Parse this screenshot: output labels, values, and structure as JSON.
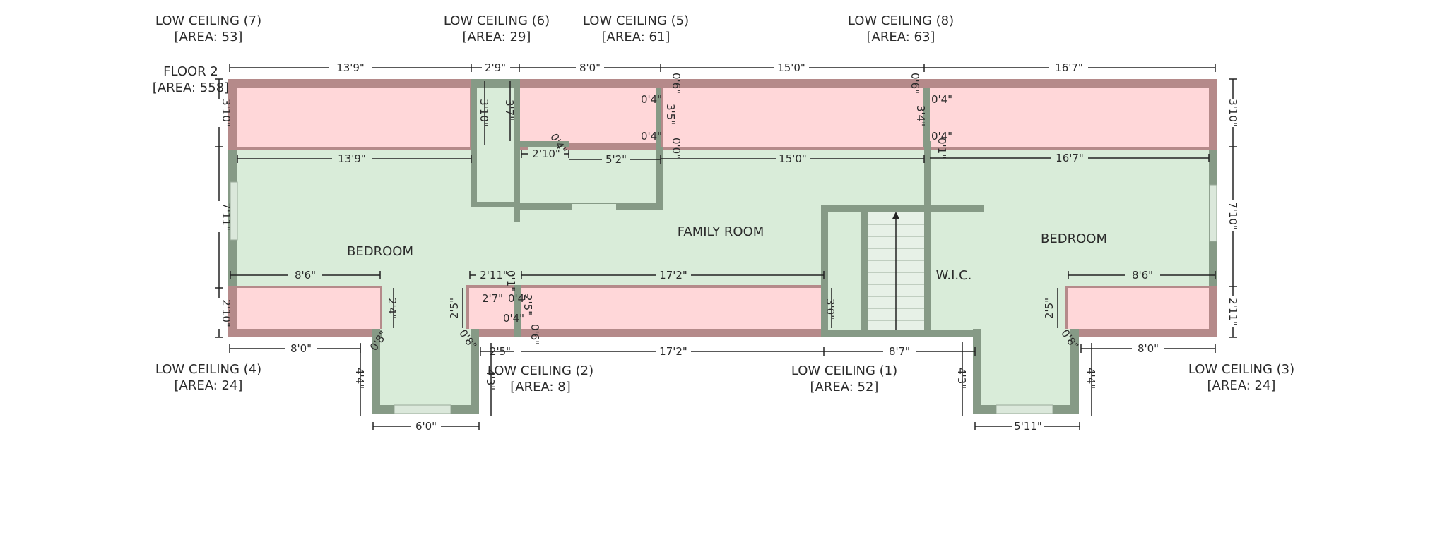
{
  "floor": {
    "name": "FLOOR 2",
    "area": "[AREA: 558]"
  },
  "low_ceilings": [
    {
      "name": "LOW CEILING (7)",
      "area": "[AREA: 53]"
    },
    {
      "name": "LOW CEILING (6)",
      "area": "[AREA: 29]"
    },
    {
      "name": "LOW CEILING (5)",
      "area": "[AREA: 61]"
    },
    {
      "name": "LOW CEILING (8)",
      "area": "[AREA: 63]"
    },
    {
      "name": "LOW CEILING (4)",
      "area": "[AREA: 24]"
    },
    {
      "name": "LOW CEILING (2)",
      "area": "[AREA: 8]"
    },
    {
      "name": "LOW CEILING (1)",
      "area": "[AREA: 52]"
    },
    {
      "name": "LOW CEILING (3)",
      "area": "[AREA: 24]"
    }
  ],
  "rooms": {
    "bedroom_left": "BEDROOM",
    "family_room": "FAMILY ROOM",
    "wic": "W.I.C.",
    "bedroom_right": "BEDROOM"
  },
  "dims": {
    "top": [
      "13'9\"",
      "2'9\"",
      "8'0\"",
      "15'0\"",
      "16'7\""
    ],
    "upper_inner": [
      "13'9\"",
      "2'10\"",
      "5'2\"",
      "15'0\"",
      "16'7\""
    ],
    "lower_inner": [
      "8'6\"",
      "2'11\"",
      "17'2\"",
      "8'6\""
    ],
    "bottom": [
      "8'0\"",
      "2'5\"",
      "17'2\"",
      "8'7\"",
      "8'0\""
    ],
    "bottom_extra": [
      "6'0\"",
      "5'11\""
    ],
    "left_side": [
      "3'10\"",
      "7'11\"",
      "2'10\""
    ],
    "right_side": [
      "3'10\"",
      "7'10\"",
      "2'11\""
    ],
    "small": [
      "3'10\"",
      "3'7\"",
      "0'6\"",
      "3'5\"",
      "0'4\"",
      "0'4\"",
      "0'0\"",
      "0'6\"",
      "3'4\"",
      "0'4\"",
      "0'4\"",
      "0'1\"",
      "0'4\"",
      "2'4\"",
      "2'5\"",
      "0'1\"",
      "2'7\"",
      "0'4\"",
      "2'5\"",
      "0'4\"",
      "0'6\"",
      "3'0\"",
      "2'5\"",
      "0'8\"",
      "0'8\"",
      "0'8\"",
      "4'4\"",
      "4'3\"",
      "4'3\"",
      "4'4\""
    ]
  }
}
